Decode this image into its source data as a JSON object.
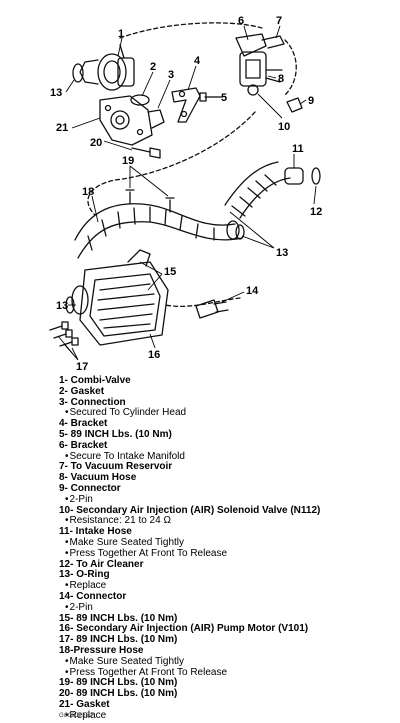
{
  "callouts": [
    "1",
    "2",
    "3",
    "4",
    "5",
    "6",
    "7",
    "8",
    "9",
    "10",
    "11",
    "12",
    "13",
    "13",
    "13",
    "14",
    "15",
    "16",
    "17",
    "18",
    "19",
    "20",
    "21"
  ],
  "legend": [
    {
      "title": "1- Combi-Valve",
      "notes": []
    },
    {
      "title": "2- Gasket",
      "notes": []
    },
    {
      "title": "3- Connection",
      "notes": [
        "Secured To Cylinder Head"
      ]
    },
    {
      "title": "4- Bracket",
      "notes": []
    },
    {
      "title": "5- 89 INCH Lbs. (10 Nm)",
      "notes": []
    },
    {
      "title": "6- Bracket",
      "notes": [
        "Secure To Intake Manifold"
      ]
    },
    {
      "title": "7- To Vacuum Reservoir",
      "notes": []
    },
    {
      "title": "8- Vacuum Hose",
      "notes": []
    },
    {
      "title": "9- Connector",
      "notes": [
        "2-Pin"
      ]
    },
    {
      "title": "10- Secondary Air Injection (AIR) Solenoid Valve (N112)",
      "notes": [
        "Resistance: 21 to 24 Ω"
      ]
    },
    {
      "title": "11- Intake Hose",
      "notes": [
        "Make Sure Seated Tightly",
        "Press Together At Front To Release"
      ]
    },
    {
      "title": "12- To Air Cleaner",
      "notes": []
    },
    {
      "title": "13- O-Ring",
      "notes": [
        "Replace"
      ]
    },
    {
      "title": "14- Connector",
      "notes": [
        "2-Pin"
      ]
    },
    {
      "title": "15- 89 INCH Lbs. (10 Nm)",
      "notes": []
    },
    {
      "title": "16- Secondary Air Injection (AIR) Pump Motor (V101)",
      "notes": []
    },
    {
      "title": "17- 89 INCH Lbs. (10 Nm)",
      "notes": []
    },
    {
      "title": "18-Pressure Hose",
      "notes": [
        "Make Sure Seated Tightly",
        "Press Together At Front To Release"
      ]
    },
    {
      "title": "19- 89 INCH Lbs. (10 Nm)",
      "notes": []
    },
    {
      "title": "20- 89 INCH Lbs. (10 Nm)",
      "notes": []
    },
    {
      "title": "21- Gasket",
      "notes": [
        "Replace"
      ]
    }
  ],
  "figure_code": "G00202582"
}
